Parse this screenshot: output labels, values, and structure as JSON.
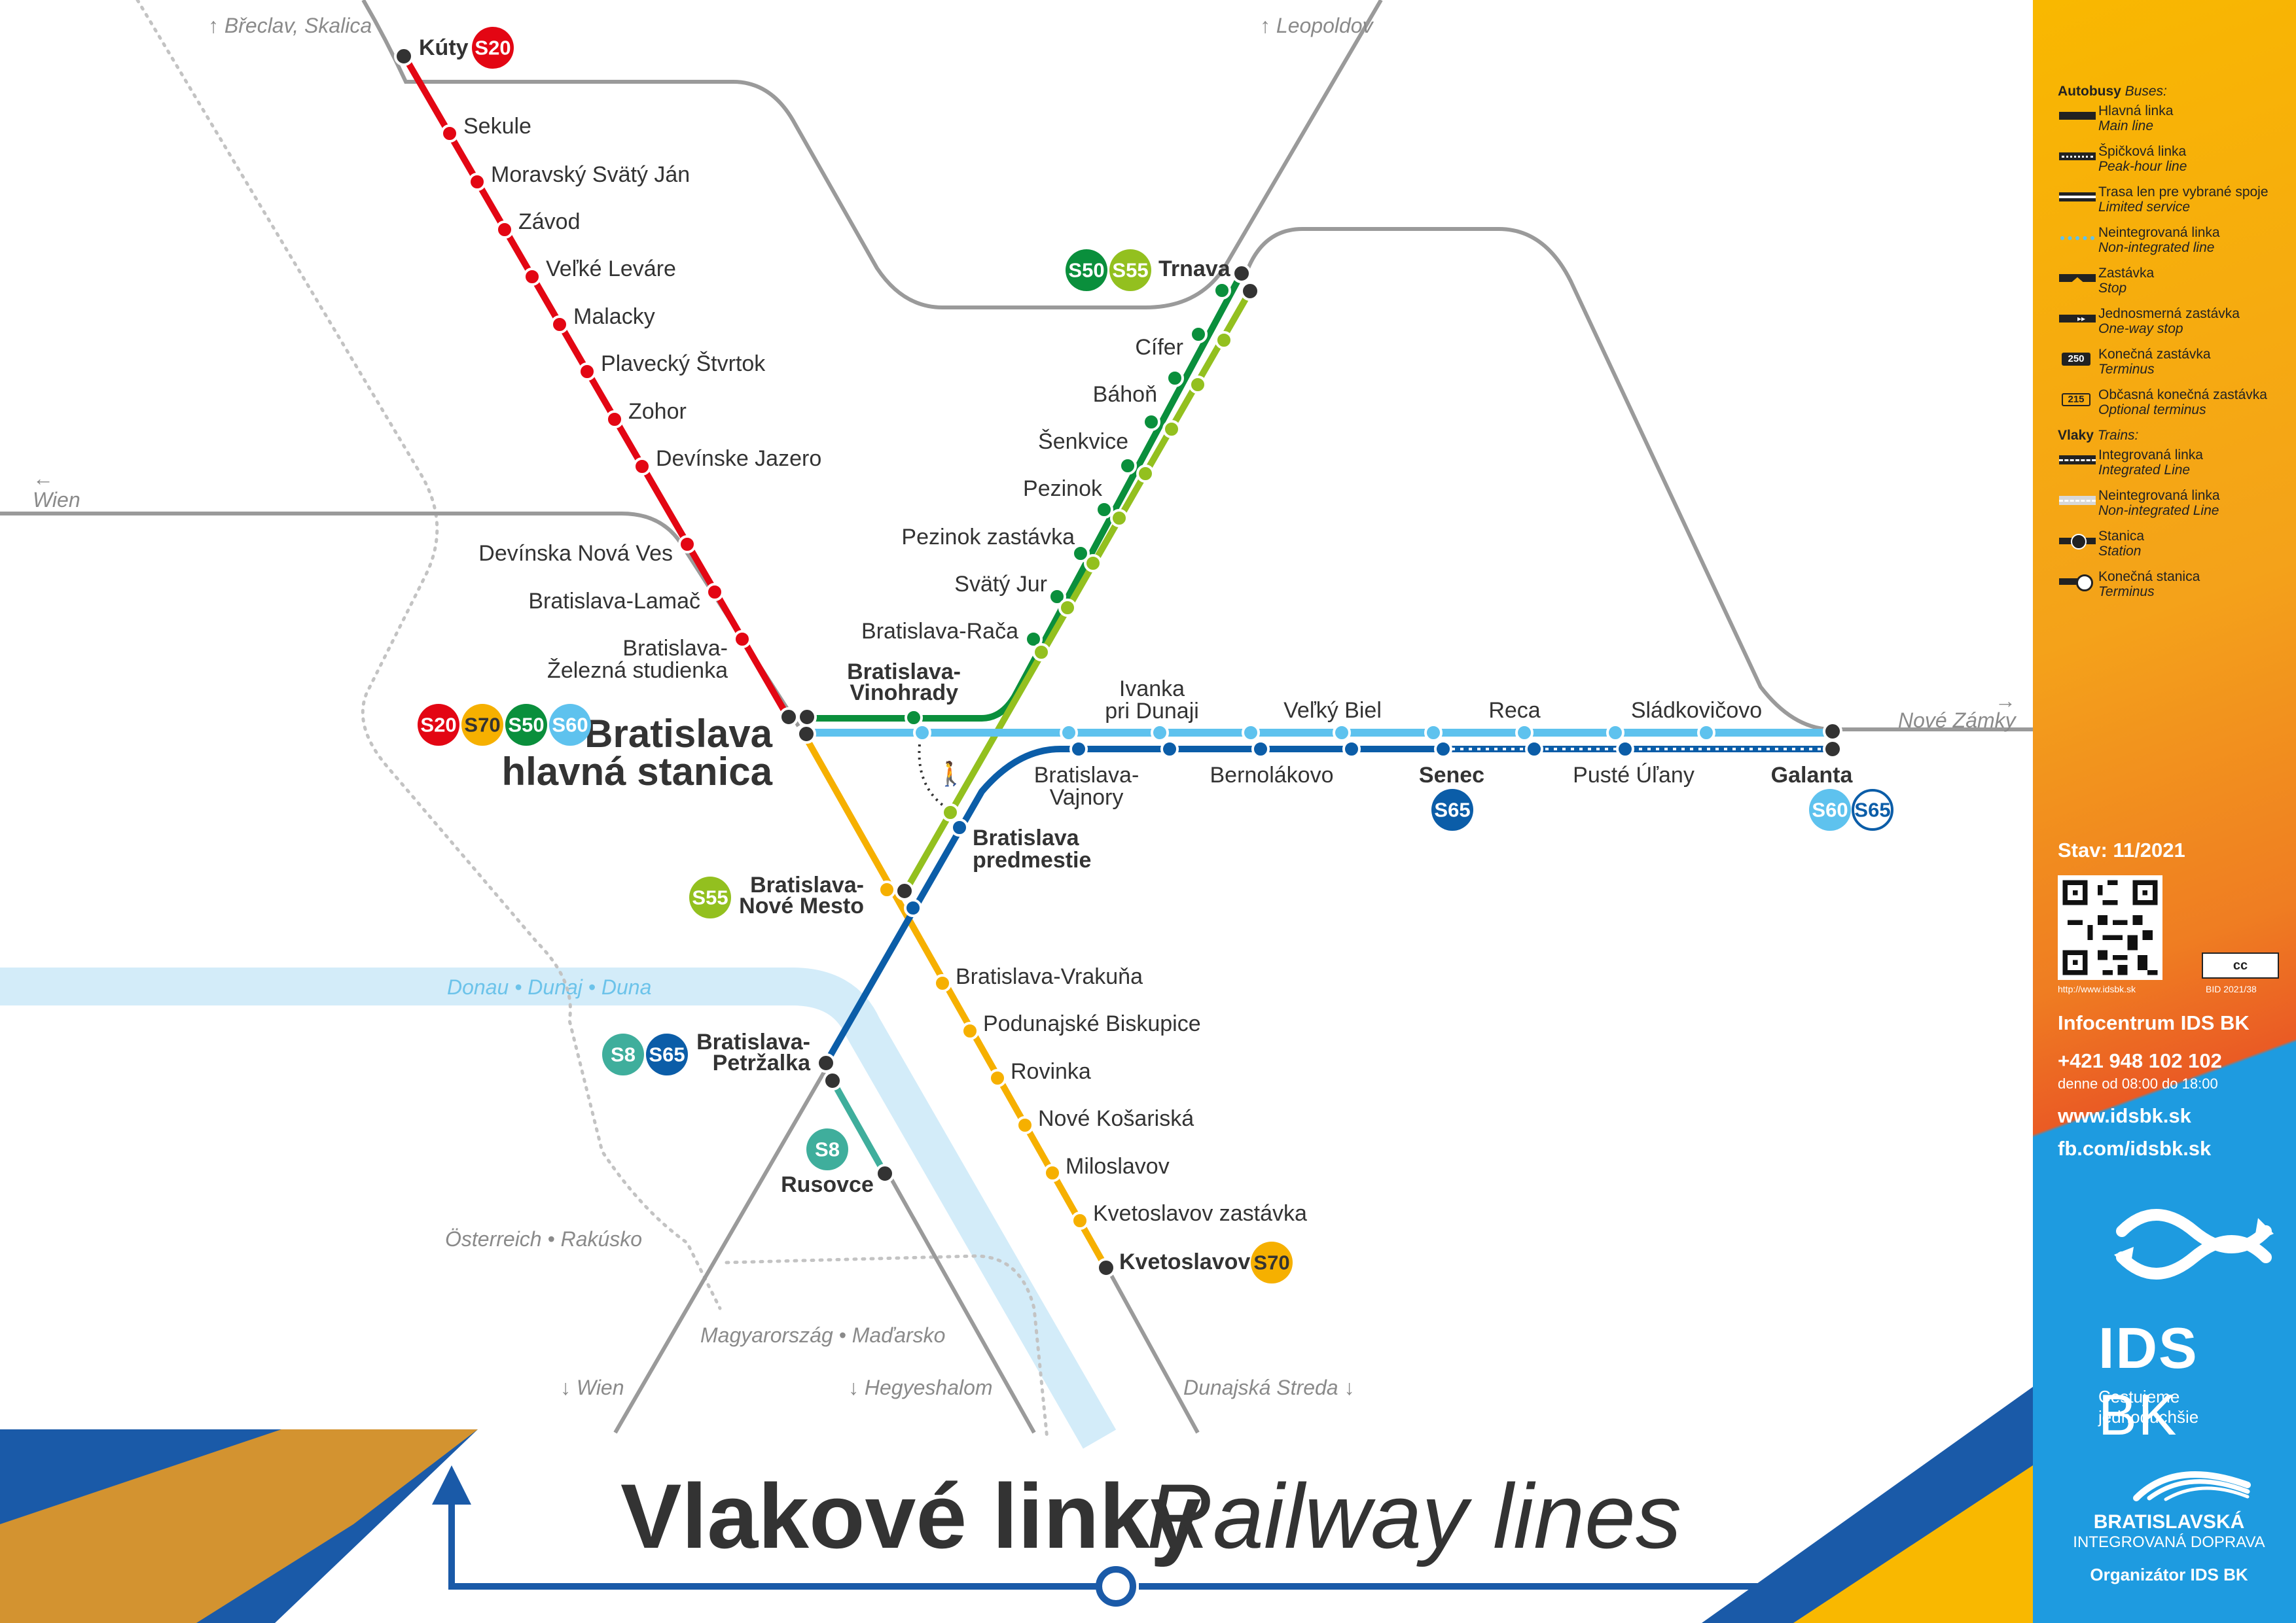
{
  "title": {
    "bold": "Vlakové linky",
    "italic": "Railway lines"
  },
  "directions": {
    "breclav": "↑ Břeclav, Skalica",
    "leopoldov": "↑ Leopoldov",
    "wien_arrow": "←",
    "wien_left": "Wien",
    "nove_zamky_arrow": "→",
    "nove_zamky": "Nové Zámky",
    "wien_down": "↓ Wien",
    "hegyeshalom": "↓ Hegyeshalom",
    "dunajska": "Dunajská Streda ↓"
  },
  "areas": {
    "river": "Donau • Dunaj • Duna",
    "austria": "Österreich • Rakúsko",
    "hungary": "Magyarország • Maďarsko"
  },
  "line_colors": {
    "S20": "#e30613",
    "S70": "#f6b000",
    "S50": "#0a8f3c",
    "S55": "#93c01f",
    "S60": "#5ec2ee",
    "S65": "#0b5da8",
    "S8": "#3fae9c"
  },
  "stations": {
    "kuty": "Kúty",
    "sekule": "Sekule",
    "moravsky": "Moravský Svätý Ján",
    "zavod": "Závod",
    "velke_levare": "Veľké Leváre",
    "malacky": "Malacky",
    "plavecky": "Plavecký Štvrtok",
    "zohor": "Zohor",
    "devinske_jazero": "Devínske Jazero",
    "devinska_nova_ves": "Devínska Nová Ves",
    "lamac": "Bratislava-Lamač",
    "zelezna_1": "Bratislava-",
    "zelezna_2": "Železná studienka",
    "hl_1": "Bratislava",
    "hl_2": "hlavná stanica",
    "trnava": "Trnava",
    "cifer": "Cífer",
    "bahon": "Báhoň",
    "senkvice": "Šenkvice",
    "pezinok": "Pezinok",
    "pezinok_z": "Pezinok zastávka",
    "svaty_jur": "Svätý Jur",
    "raca": "Bratislava-Rača",
    "vinohrady_1": "Bratislava-",
    "vinohrady_2": "Vinohrady",
    "ivanka_1": "Ivanka",
    "ivanka_2": "pri Dunaji",
    "velky_biel": "Veľký Biel",
    "reca": "Reca",
    "sladkovicovo": "Sládkovičovo",
    "vajnory_1": "Bratislava-",
    "vajnory_2": "Vajnory",
    "bernolakovo": "Bernolákovo",
    "senec": "Senec",
    "puste_ulany": "Pusté Úľany",
    "galanta": "Galanta",
    "predmestie_1": "Bratislava",
    "predmestie_2": "predmestie",
    "nove_mesto_1": "Bratislava-",
    "nove_mesto_2": "Nové Mesto",
    "vrakuna": "Bratislava-Vrakuňa",
    "podunajske": "Podunajské Biskupice",
    "rovinka": "Rovinka",
    "nove_kosariska": "Nové Košariská",
    "miloslavov": "Miloslavov",
    "kvetoslavov_z": "Kvetoslavov zastávka",
    "kvetoslavov": "Kvetoslavov",
    "petrzalka_1": "Bratislava-",
    "petrzalka_2": "Petržalka",
    "rusovce": "Rusovce"
  },
  "badges": {
    "s20": "S20",
    "s70": "S70",
    "s50": "S50",
    "s55": "S55",
    "s60": "S60",
    "s65": "S65",
    "s8": "S8"
  },
  "legend": {
    "buses_head": "Autobusy",
    "buses_head_en": "Buses:",
    "items": [
      {
        "sk": "Hlavná linka",
        "en": "Main line",
        "icon": "main-line-icon"
      },
      {
        "sk": "Špičková linka",
        "en": "Peak-hour line",
        "icon": "peak-line-icon"
      },
      {
        "sk": "Trasa len pre vybrané spoje",
        "en": "Limited service",
        "icon": "limited-line-icon"
      },
      {
        "sk": "Neintegrovaná linka",
        "en": "Non-integrated line",
        "icon": "nonintegrated-line-icon"
      },
      {
        "sk": "Zastávka",
        "en": "Stop",
        "icon": "stop-icon"
      },
      {
        "sk": "Jednosmerná zastávka",
        "en": "One-way stop",
        "icon": "oneway-stop-icon"
      },
      {
        "sk": "Konečná zastávka",
        "en": "Terminus",
        "icon": "terminus-icon",
        "num": "250"
      },
      {
        "sk": "Občasná konečná zastávka",
        "en": "Optional terminus",
        "icon": "optional-terminus-icon",
        "num": "215"
      }
    ],
    "trains_head": "Vlaky",
    "trains_head_en": "Trains:",
    "train_items": [
      {
        "sk": "Integrovaná linka",
        "en": "Integrated Line",
        "icon": "integrated-train-icon"
      },
      {
        "sk": "Neintegrovaná linka",
        "en": "Non-integrated Line",
        "icon": "nonintegrated-train-icon"
      },
      {
        "sk": "Stanica",
        "en": "Station",
        "icon": "station-icon"
      },
      {
        "sk": "Konečná stanica",
        "en": "Terminus",
        "icon": "train-terminus-icon"
      }
    ]
  },
  "contact": {
    "status": "Stav: 11/2021",
    "qr_url": "http://www.idsbk.sk",
    "cc": "cc",
    "bid": "BID 2021/38",
    "info": "Infocentrum IDS BK",
    "phone": "+421 948 102 102",
    "hours": "denne od 08:00 do 18:00",
    "web": "www.idsbk.sk",
    "fb": "fb.com/idsbk.sk"
  },
  "brand": {
    "ids_bold": "IDS",
    "ids_light": " BK",
    "tagline": "Cestujeme jednoduchšie",
    "bid_name": "BRATISLAVSKÁ",
    "bid_sub": "INTEGROVANÁ DOPRAVA",
    "organizer": "Organizátor IDS BK"
  }
}
